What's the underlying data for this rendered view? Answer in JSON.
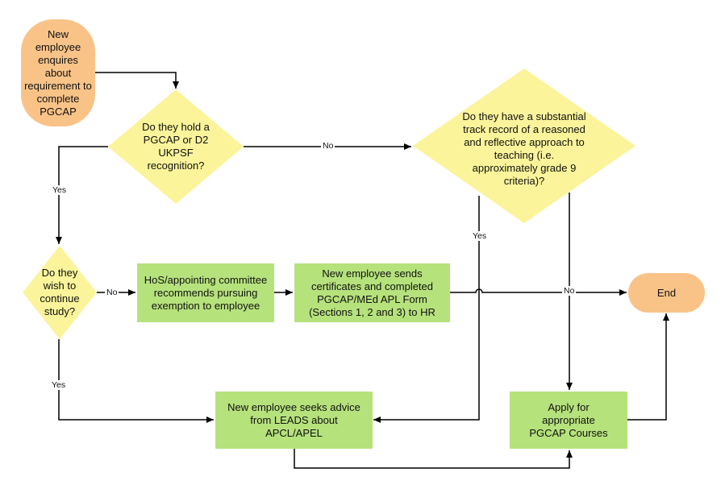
{
  "nodes": {
    "start": "New employee enquires about requirement to complete PGCAP",
    "q_hold": "Do they hold a PGCAP or D2 UKPSF recognition?",
    "q_track": "Do they have a substantial track record of a reasoned and reflective approach to teaching (i.e. approximately grade 9 criteria)?",
    "q_continue": "Do they wish to continue study?",
    "hos": "HoS/appointing committee recommends pursuing exemption to employee",
    "sends": "New employee sends certificates and completed PGCAP/MEd APL Form (Sections 1, 2 and 3) to HR",
    "end": "End",
    "seeks": "New employee seeks advice from LEADS about APCL/APEL",
    "apply": "Apply for appropriate PGCAP Courses"
  },
  "edges": {
    "hold_no": "No",
    "hold_yes": "Yes",
    "continue_no": "No",
    "continue_yes": "Yes",
    "track_yes": "Yes",
    "track_no": "No"
  },
  "colors": {
    "terminal": "#f9c388",
    "process": "#b6e27c",
    "decision": "#fbf49a",
    "line": "#000000"
  }
}
